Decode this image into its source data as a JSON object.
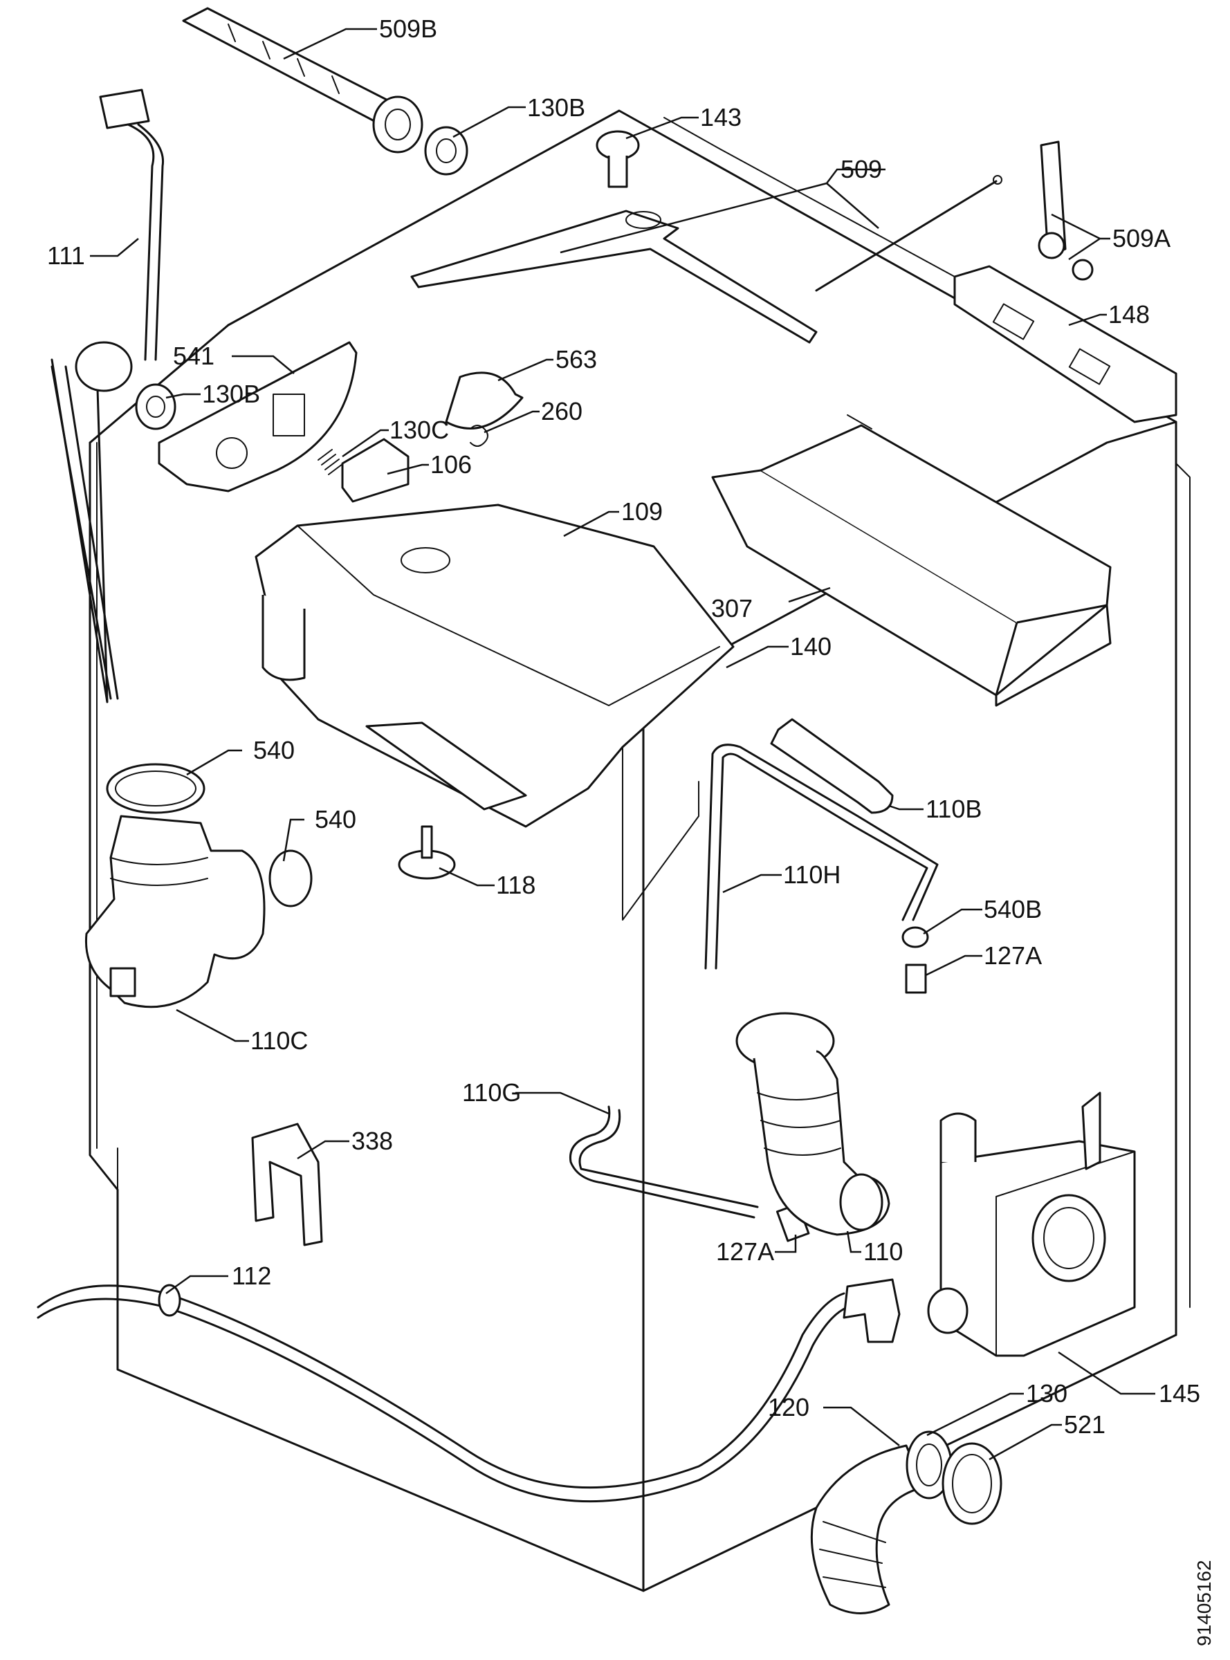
{
  "labels": {
    "l509B_top": "509B",
    "l130B_top": "130B",
    "l143": "143",
    "l509": "509",
    "l509A": "509A",
    "l111": "111",
    "l148": "148",
    "l541": "541",
    "l130B_left": "130B",
    "l563": "563",
    "l260": "260",
    "l130C": "130C",
    "l106": "106",
    "l109": "109",
    "l307": "307",
    "l140": "140",
    "l540_top": "540",
    "l540_mid": "540",
    "l110B": "110B",
    "l118": "118",
    "l110H": "110H",
    "l540B": "540B",
    "l127A_right": "127A",
    "l110C": "110C",
    "l110G": "110G",
    "l338": "338",
    "l127A_low": "127A",
    "l110": "110",
    "l112": "112",
    "l145": "145",
    "l130": "130",
    "l120": "120",
    "l521": "521"
  },
  "document_number": "91405162"
}
